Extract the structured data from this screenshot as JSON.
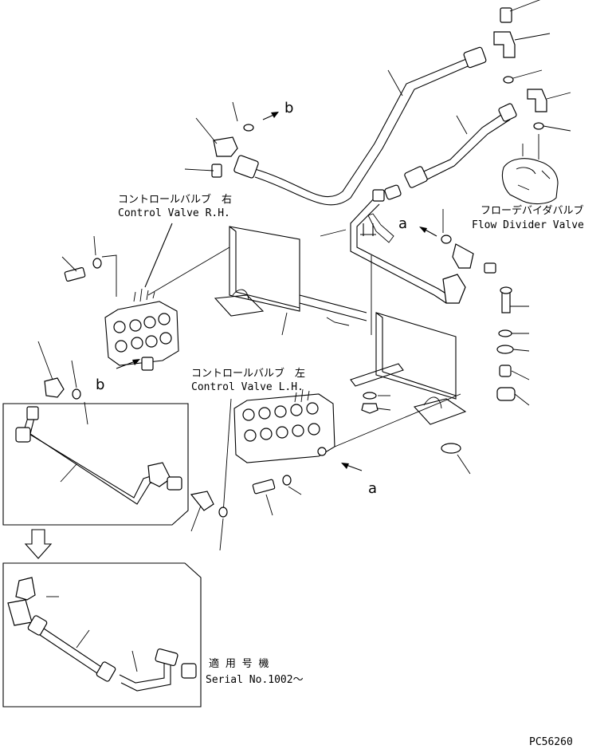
{
  "labels": {
    "cv_rh_jp": "コントロールバルブ　右",
    "cv_rh_en": "Control Valve R.H.",
    "cv_lh_jp": "コントロールバルブ　左",
    "cv_lh_en": "Control Valve L.H.",
    "fdv_jp": "フローデバイダバルブ",
    "fdv_en": "Flow Divider Valve",
    "serial_jp": "適 用 号 機",
    "serial_en": "Serial No.1002～",
    "drawing_no": "PC56260"
  },
  "callouts": {
    "a_upper": "a",
    "a_lower": "a",
    "b_upper": "b",
    "b_lower": "b"
  }
}
